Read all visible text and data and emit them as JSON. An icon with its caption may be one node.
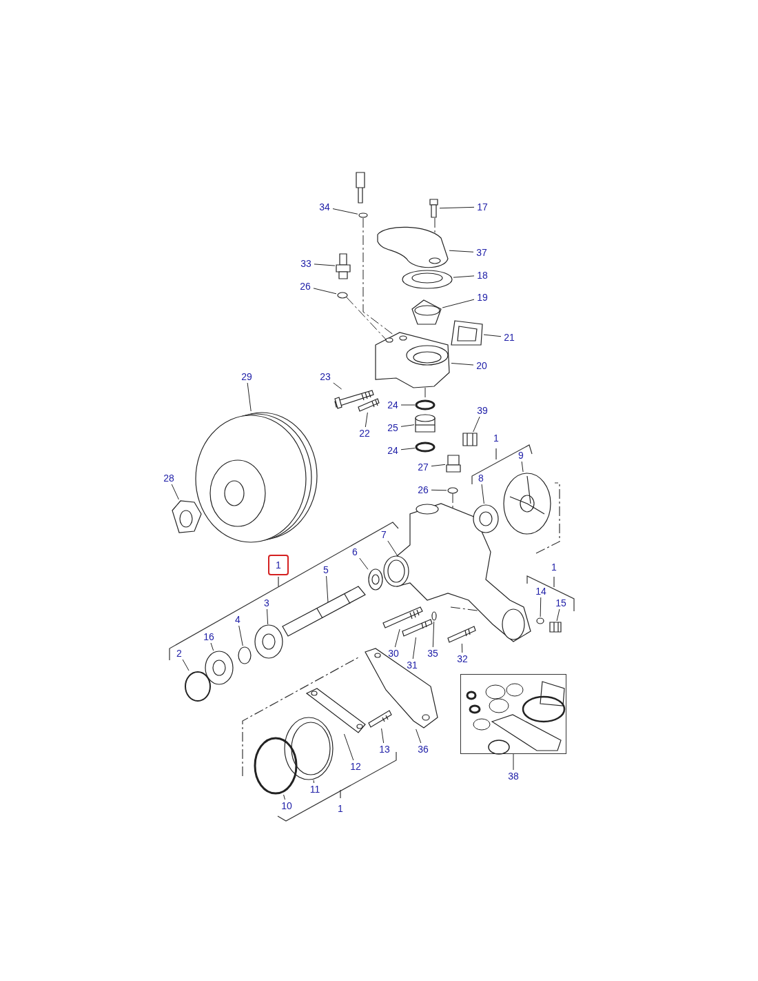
{
  "diagram": {
    "nodes": [
      {
        "text": [
          "34"
        ]
      },
      {
        "text": [
          "17"
        ]
      },
      {
        "text": [
          "37"
        ]
      },
      {
        "text": [
          "33"
        ]
      },
      {
        "text": [
          "18"
        ]
      },
      {
        "text": [
          "26"
        ]
      },
      {
        "text": [
          "19"
        ]
      },
      {
        "text": [
          "21"
        ]
      },
      {
        "text": [
          "23"
        ]
      },
      {
        "text": [
          "20"
        ]
      },
      {
        "text": [
          "29"
        ]
      },
      {
        "text": [
          "24"
        ]
      },
      {
        "text": [
          "39"
        ]
      },
      {
        "text": [
          "22"
        ]
      },
      {
        "text": [
          "25"
        ]
      },
      {
        "text": [
          "24"
        ]
      },
      {
        "text": [
          "28"
        ]
      },
      {
        "text": [
          "27"
        ]
      },
      {
        "text": [
          "26"
        ]
      },
      {
        "text": [
          "8"
        ]
      },
      {
        "text": [
          "9"
        ]
      },
      {
        "text": [
          "7"
        ]
      },
      {
        "text": [
          "6"
        ]
      },
      {
        "text": [
          "5"
        ]
      },
      {
        "text": [
          "1"
        ]
      },
      {
        "text": [
          "14"
        ]
      },
      {
        "text": [
          "15"
        ]
      },
      {
        "text": [
          "3"
        ]
      },
      {
        "text": [
          "4"
        ]
      },
      {
        "text": [
          "16"
        ]
      },
      {
        "text": [
          "2"
        ]
      },
      {
        "text": [
          "30"
        ]
      },
      {
        "text": [
          "35"
        ]
      },
      {
        "text": [
          "31"
        ]
      },
      {
        "text": [
          "32"
        ]
      },
      {
        "text": [
          "13"
        ]
      },
      {
        "text": [
          "36"
        ]
      },
      {
        "text": [
          "12"
        ]
      },
      {
        "text": [
          "11"
        ]
      },
      {
        "text": [
          "10"
        ]
      },
      {
        "text": [],
        "shape": "box"
      },
      {
        "text": [
          "38"
        ]
      },
      {
        "text": [],
        "shape": "circle"
      },
      {
        "text": [],
        "shape": "picture"
      },
      {
        "text": [],
        "shape": "picture"
      },
      {
        "text": [],
        "shape": "picture"
      },
      {
        "text": [],
        "shape": "picture"
      },
      {
        "text": [],
        "shape": "circle"
      },
      {
        "text": [],
        "shape": "picture"
      },
      {
        "text": [],
        "shape": "picture"
      },
      {
        "text": [],
        "shape": "picture"
      },
      {
        "text": [],
        "shape": "picture"
      },
      {
        "text": [],
        "shape": "picture"
      },
      {
        "text": [],
        "shape": "circle"
      },
      {
        "text": [],
        "shape": "picture"
      },
      {
        "text": [],
        "shape": "picture"
      },
      {
        "text": [],
        "shape": "picture"
      },
      {
        "text": [],
        "shape": "circle"
      },
      {
        "text": [],
        "shape": "picture"
      },
      {
        "text": [],
        "shape": "circle"
      },
      {
        "text": [],
        "shape": "picture"
      },
      {
        "text": [],
        "shape": "picture"
      },
      {
        "text": [],
        "shape": "picture"
      },
      {
        "text": [],
        "shape": "picture"
      },
      {
        "text": [],
        "shape": "picture"
      },
      {
        "text": [],
        "shape": "picture"
      },
      {
        "text": [],
        "shape": "circle"
      },
      {
        "text": [],
        "shape": "picture"
      },
      {
        "text": [],
        "shape": "picture"
      },
      {
        "text": [],
        "shape": "circle"
      },
      {
        "text": [],
        "shape": "picture"
      },
      {
        "text": [],
        "shape": "picture"
      },
      {
        "text": [],
        "shape": "picture"
      },
      {
        "text": [],
        "shape": "circle"
      },
      {
        "text": [],
        "shape": "picture"
      },
      {
        "text": [],
        "shape": "picture"
      },
      {
        "text": [],
        "shape": "circle"
      },
      {
        "text": [],
        "shape": "picture"
      },
      {
        "text": [],
        "shape": "picture"
      },
      {
        "text": [],
        "shape": "picture"
      },
      {
        "text": [],
        "shape": "circle"
      }
    ],
    "edges": [
      {
        "from": 0,
        "to": 42,
        "arrow": "none"
      },
      {
        "from": 1,
        "to": 43,
        "arrow": "none"
      },
      {
        "from": 2,
        "to": 44,
        "arrow": "none"
      },
      {
        "from": 3,
        "to": 45,
        "arrow": "none"
      },
      {
        "from": 4,
        "to": 46,
        "arrow": "none"
      },
      {
        "from": 5,
        "to": 47,
        "arrow": "none"
      },
      {
        "from": 6,
        "to": 48,
        "arrow": "none"
      },
      {
        "from": 7,
        "to": 49,
        "arrow": "none"
      },
      {
        "from": 8,
        "to": 51,
        "arrow": "none"
      },
      {
        "from": 9,
        "to": 50,
        "arrow": "none"
      },
      {
        "from": 10,
        "to": 54,
        "arrow": "none"
      },
      {
        "from": 11,
        "to": 53,
        "arrow": "none"
      },
      {
        "from": 12,
        "to": 56,
        "arrow": "none"
      },
      {
        "from": 13,
        "to": 52,
        "arrow": "none"
      },
      {
        "from": 14,
        "to": 55,
        "arrow": "none"
      },
      {
        "from": 15,
        "to": 57,
        "arrow": "none"
      },
      {
        "from": 16,
        "to": 61,
        "arrow": "none"
      },
      {
        "from": 17,
        "to": 58,
        "arrow": "none"
      },
      {
        "from": 18,
        "to": 59,
        "arrow": "none"
      },
      {
        "from": 19,
        "to": 63,
        "arrow": "none"
      },
      {
        "from": 20,
        "to": 60,
        "arrow": "none"
      },
      {
        "from": 21,
        "to": 62,
        "arrow": "none"
      },
      {
        "from": 22,
        "to": 64,
        "arrow": "none"
      },
      {
        "from": 23,
        "to": 65,
        "arrow": "none"
      },
      {
        "from": 25,
        "to": 66,
        "arrow": "none"
      },
      {
        "from": 26,
        "to": 67,
        "arrow": "none"
      },
      {
        "from": 27,
        "to": 72,
        "arrow": "none"
      },
      {
        "from": 28,
        "to": 73,
        "arrow": "none"
      },
      {
        "from": 29,
        "to": 75,
        "arrow": "none"
      },
      {
        "from": 30,
        "to": 76,
        "arrow": "none"
      },
      {
        "from": 31,
        "to": 68,
        "arrow": "none"
      },
      {
        "from": 32,
        "to": 69,
        "arrow": "none"
      },
      {
        "from": 33,
        "to": 70,
        "arrow": "none"
      },
      {
        "from": 34,
        "to": 71,
        "arrow": "none"
      },
      {
        "from": 35,
        "to": 78,
        "arrow": "none"
      },
      {
        "from": 36,
        "to": 74,
        "arrow": "none"
      },
      {
        "from": 37,
        "to": 77,
        "arrow": "none"
      },
      {
        "from": 38,
        "to": 79,
        "arrow": "none"
      },
      {
        "from": 39,
        "to": 80,
        "arrow": "none"
      },
      {
        "from": 41,
        "to": 40,
        "arrow": "none"
      },
      {
        "from": 42,
        "to": 50,
        "arrow": "none",
        "style": "dashed"
      },
      {
        "from": 47,
        "to": 50,
        "arrow": "none",
        "style": "dashed"
      },
      {
        "from": 43,
        "to": 44,
        "arrow": "none",
        "style": "dashed"
      },
      {
        "from": 50,
        "to": 53,
        "arrow": "none",
        "style": "dashed"
      },
      {
        "from": 59,
        "to": 62,
        "arrow": "none",
        "style": "dashed"
      }
    ],
    "labels": [
      "1",
      "1",
      "1"
    ]
  }
}
